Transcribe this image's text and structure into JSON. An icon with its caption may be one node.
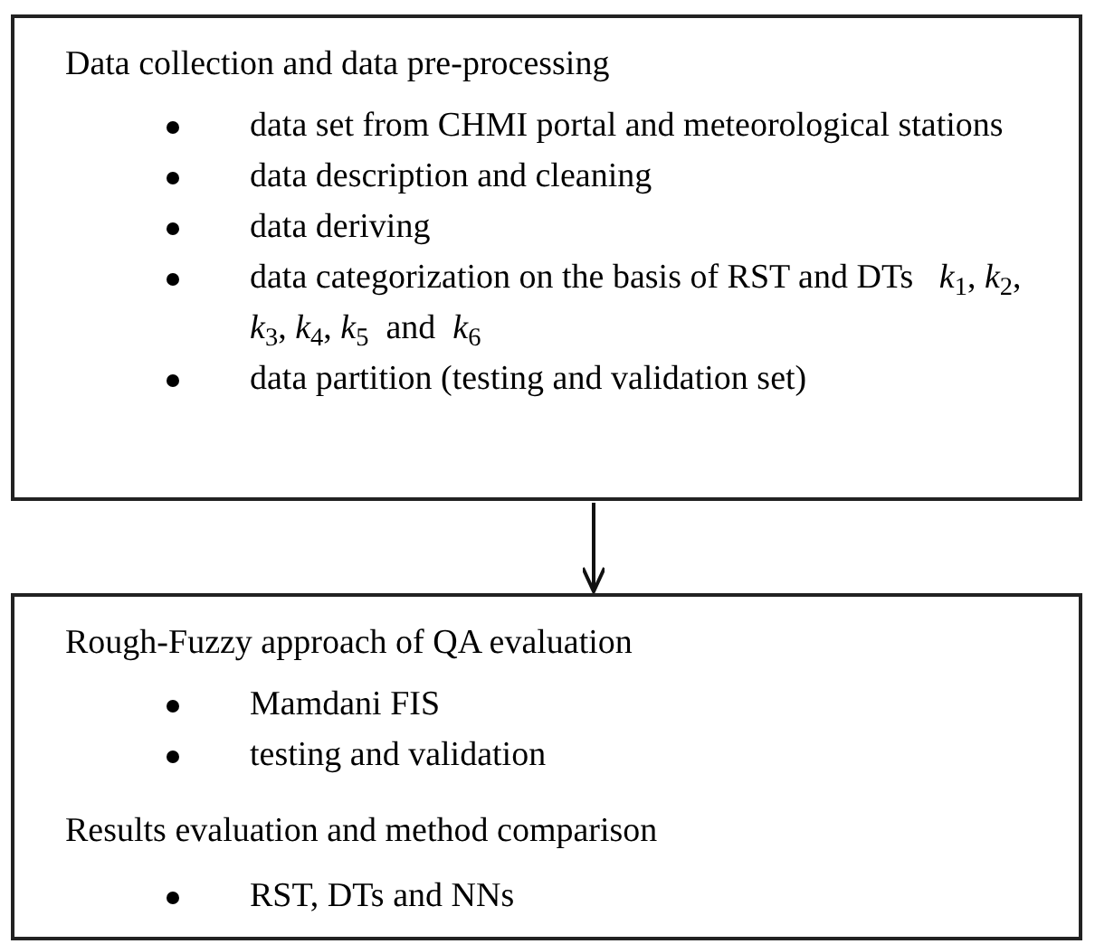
{
  "diagram": {
    "nodes": [
      {
        "text": [
          "Data collection and data pre-processing",
          "data set from CHMI portal and meteorological stations",
          "data description and cleaning",
          "data deriving",
          "data categorization on the basis of RST and DTs   *k*$_{1}$, *k*$_{2}$, *k*$_{3}$, *k*$_{4}$, *k*$_{5}$  and  *k*$_{6}$",
          "data partition (testing and validation set)"
        ]
      },
      {
        "text": [
          "Rough-Fuzzy approach of QA evaluation",
          "Mamdani FIS",
          "testing and validation",
          "Results evaluation and method comparison",
          "RST, DTs and NNs"
        ]
      }
    ],
    "edges": [
      {
        "from": 0,
        "to": 1,
        "arrow": "to"
      }
    ]
  }
}
